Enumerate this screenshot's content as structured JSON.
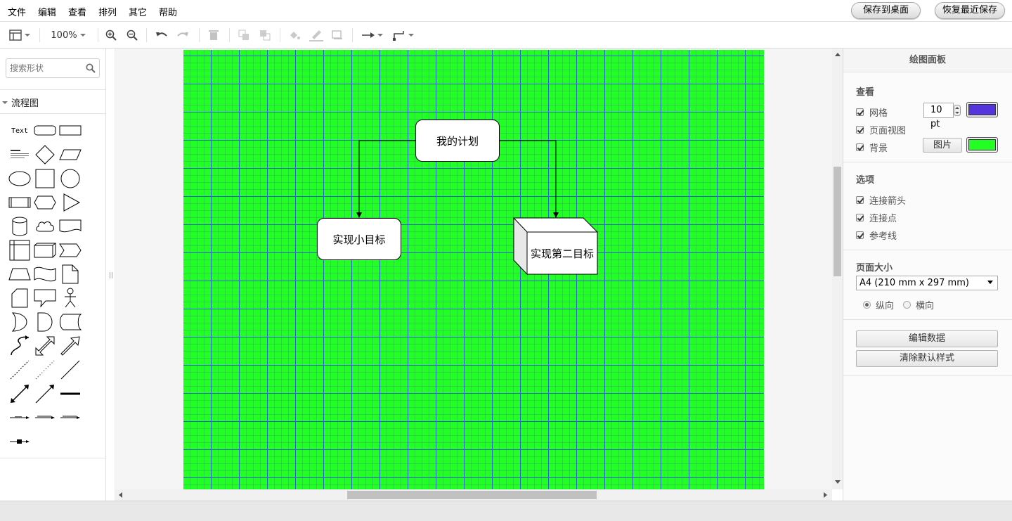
{
  "menubar": {
    "items": [
      "文件",
      "编辑",
      "查看",
      "排列",
      "其它",
      "帮助"
    ],
    "save_to_desktop": "保存到桌面",
    "restore_recent": "恢复最近保存"
  },
  "toolbar": {
    "zoom": "100%"
  },
  "sidebar": {
    "search_placeholder": "搜索形状",
    "section_title": "流程图",
    "text_shape_label": "Text"
  },
  "diagram": {
    "nodes": {
      "root": "我的计划",
      "left": "实现小目标",
      "right": "实现第二目标"
    },
    "background_color": "#22ff22",
    "grid_color": "#3060d0"
  },
  "format_panel": {
    "title": "绘图面板",
    "view_section": "查看",
    "grid_label": "网格",
    "grid_size": "10 pt",
    "grid_color": "#5533dd",
    "page_view_label": "页面视图",
    "background_label": "背景",
    "image_button": "图片",
    "background_color": "#22ff22",
    "options_section": "选项",
    "connection_arrows": "连接箭头",
    "connection_points": "连接点",
    "guides": "参考线",
    "page_size_section": "页面大小",
    "page_size_value": "A4 (210 mm x 297 mm)",
    "portrait": "纵向",
    "landscape": "横向",
    "edit_data_button": "编辑数据",
    "clear_default_style_button": "清除默认样式"
  }
}
